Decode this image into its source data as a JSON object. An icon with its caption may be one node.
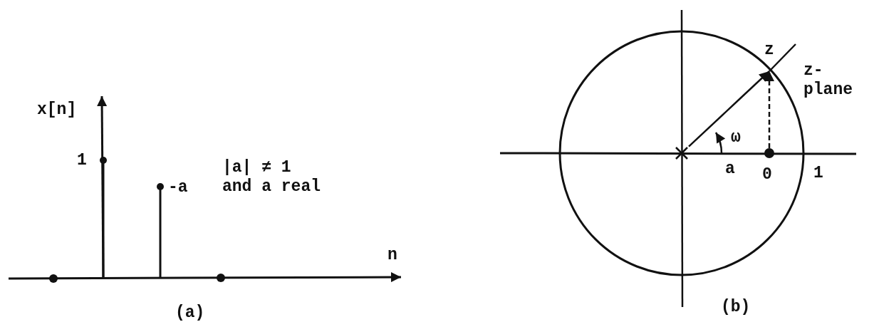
{
  "diagram": {
    "nodes": [
      {
        "text": [],
        "shape": "cross"
      },
      {
        "text": [],
        "shape": "circle",
        "beside": [
          "0"
        ]
      },
      {
        "text": [
          "z"
        ]
      }
    ],
    "edges": [
      {
        "from": 0,
        "to": 2,
        "arrow": "to"
      },
      {
        "from": 1,
        "to": 2,
        "arrow": "to",
        "style": "dashed"
      }
    ],
    "labels": [
      "x[n]",
      "1",
      "-a",
      "|a| ≠ 1 and a real",
      "n",
      "(a)",
      "ω",
      "a",
      "1",
      "z-plane",
      "(b)"
    ]
  }
}
